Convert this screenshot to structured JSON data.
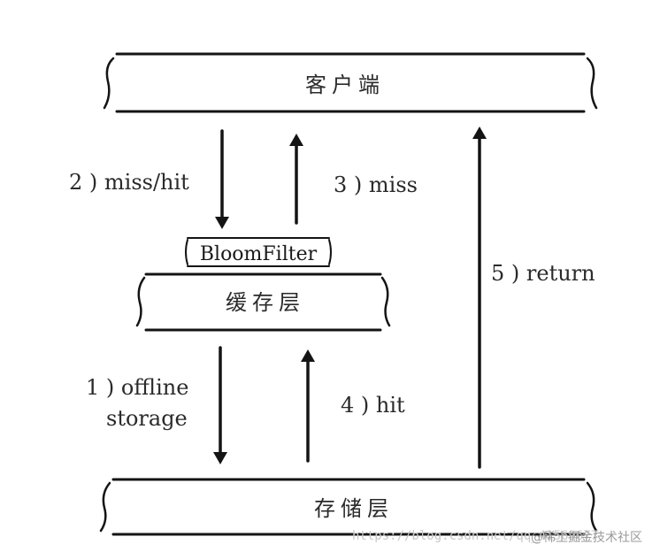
{
  "boxes": {
    "client": "客户端",
    "cache": "缓存层",
    "storage": "存储层",
    "bloom_filter": "BloomFilter"
  },
  "steps": {
    "step1_line1": "1 ) offline",
    "step1_line2": "storage",
    "step2": "2 ) miss/hit",
    "step3": "3 ) miss",
    "step4": "4 ) hit",
    "step5": "5 ) return"
  },
  "watermark": {
    "url": "https://blog.csdn.net/qq_41569677",
    "site": "@稀土掘金技术社区"
  }
}
